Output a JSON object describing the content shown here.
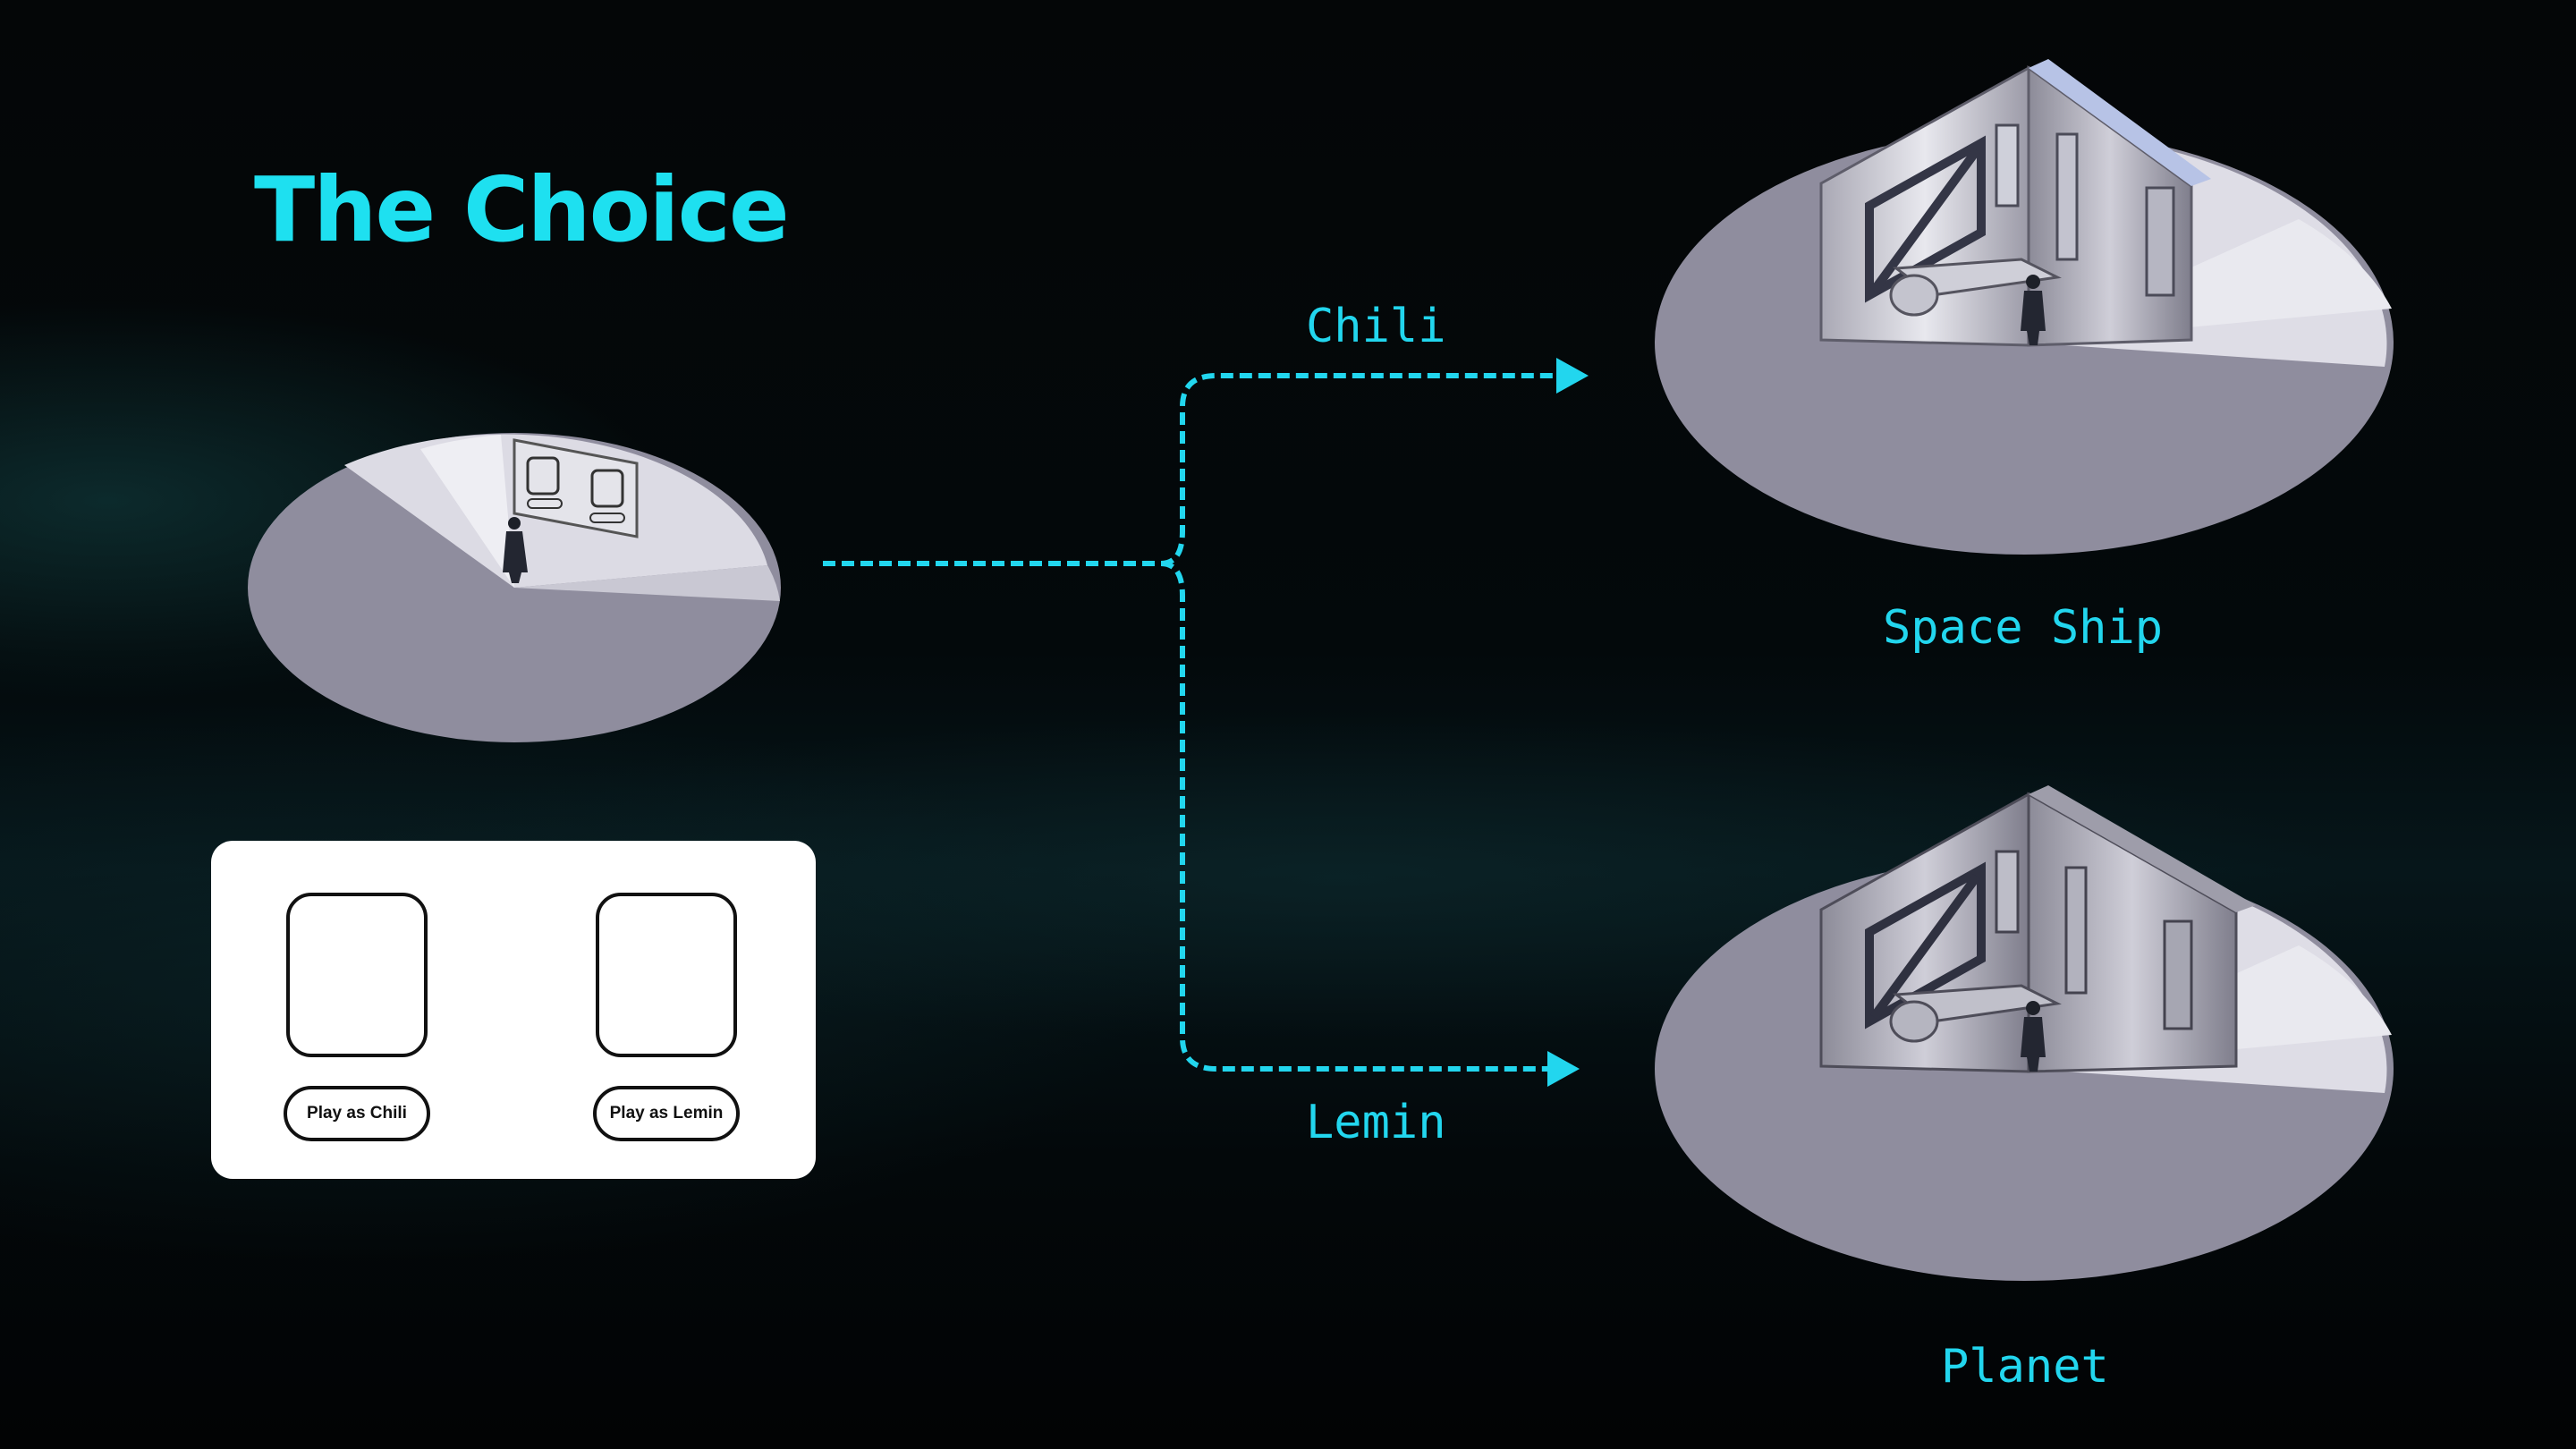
{
  "title": "The Choice",
  "branches": {
    "top_label": "Chili",
    "bottom_label": "Lemin"
  },
  "destinations": {
    "top": "Space Ship",
    "bottom": "Planet"
  },
  "choice_card": {
    "button_left": "Play as Chili",
    "button_right": "Play as Lemin"
  },
  "colors": {
    "accent": "#22d6ee",
    "background": "#020305",
    "platform": "#8f8d9e",
    "floor_lit": "#dedde6",
    "card": "#ffffff"
  },
  "icons": [
    "person-figure",
    "choice-screen",
    "room-module",
    "arrow-head"
  ]
}
